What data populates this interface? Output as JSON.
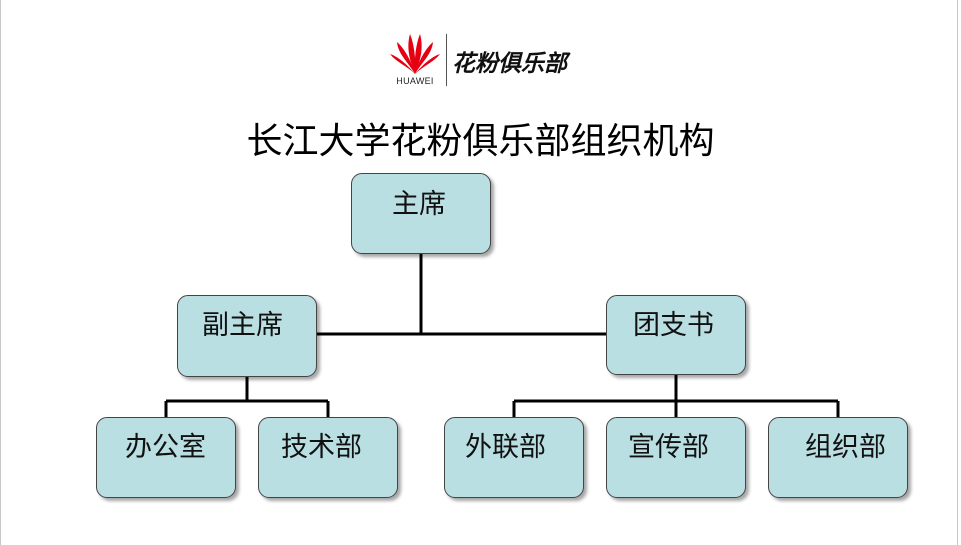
{
  "logo": {
    "brand_word": "HUAWEI",
    "club_text": "花粉俱乐部",
    "petal_color": "#e60012"
  },
  "title": "长江大学花粉俱乐部组织机构",
  "org_chart": {
    "chairman": "主席",
    "vice_chairman": "副主席",
    "league_secretary": "团支书",
    "vice_chairman_departments": [
      "办公室",
      "技术部"
    ],
    "league_secretary_departments": [
      "外联部",
      "宣传部",
      "组织部"
    ]
  },
  "colors": {
    "box_fill": "#b9dfe3",
    "box_border": "#444444",
    "connector": "#000000"
  }
}
